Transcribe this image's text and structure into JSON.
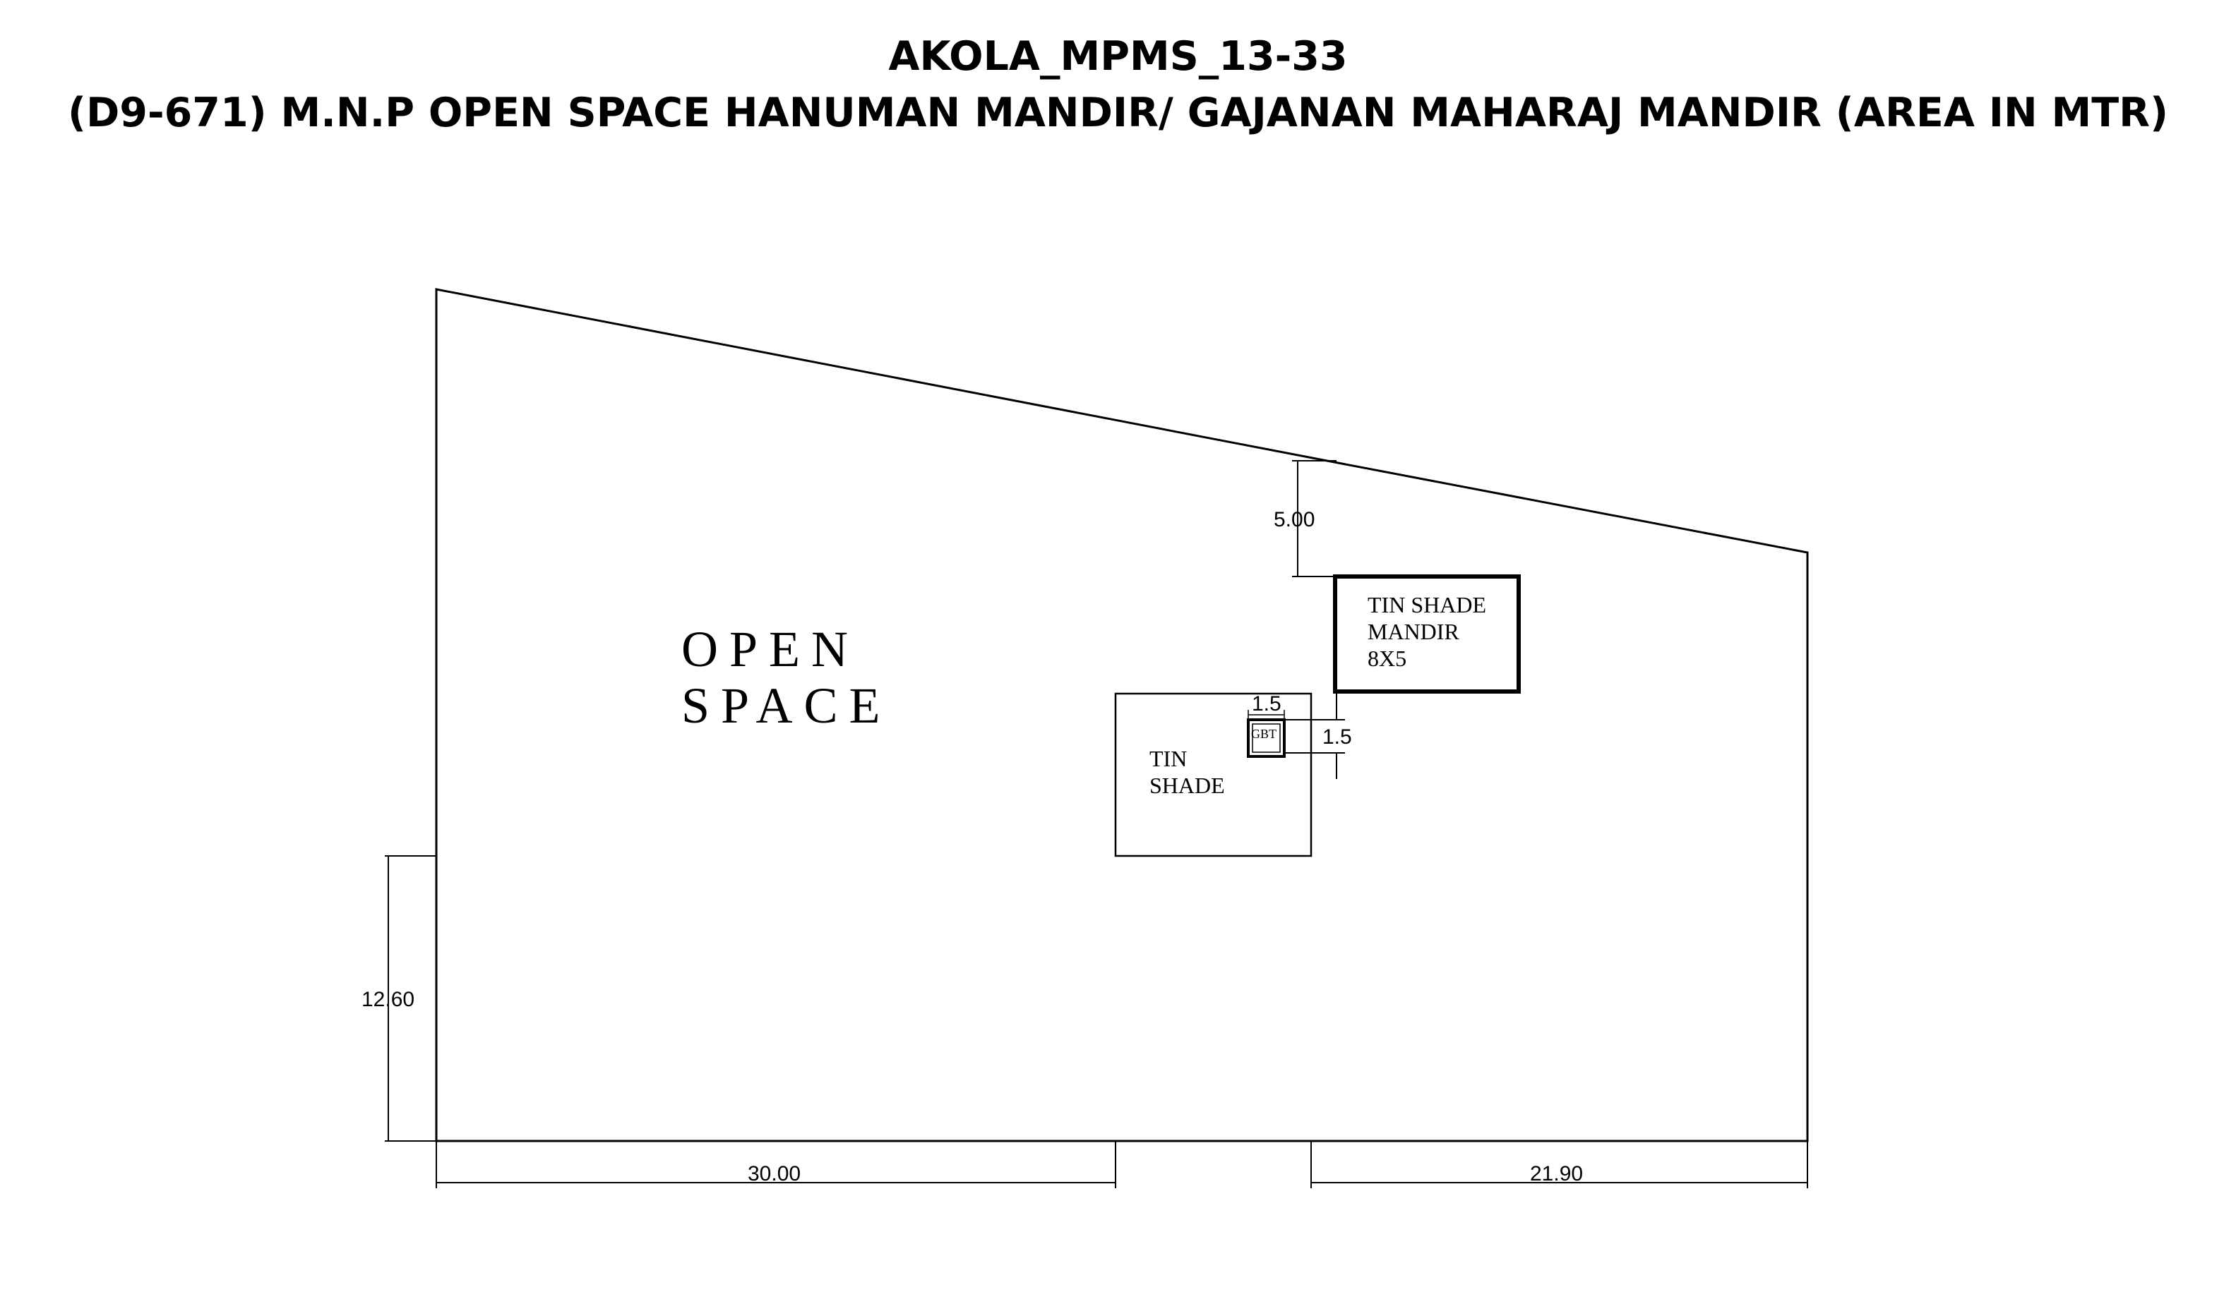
{
  "title": {
    "line1": "AKOLA_MPMS_13-33",
    "line2": "(D9-671) M.N.P OPEN SPACE HANUMAN MANDIR/ GAJANAN MAHARAJ MANDIR (AREA IN MTR)"
  },
  "labels": {
    "open_space_line1": "OPEN",
    "open_space_line2": "SPACE",
    "tin_shade_line1": "TIN",
    "tin_shade_line2": "SHADE",
    "mandir_line1": "TIN SHADE",
    "mandir_line2": "MANDIR",
    "mandir_line3": "8X5",
    "gbt": "GBT"
  },
  "dimensions": {
    "top_gap": "5.00",
    "left_height": "12.60",
    "bottom_left": "30.00",
    "bottom_right": "21.90",
    "gbt_width": "1.5",
    "gbt_height": "1.5"
  },
  "colors": {
    "line": "#000000",
    "background": "#ffffff"
  }
}
